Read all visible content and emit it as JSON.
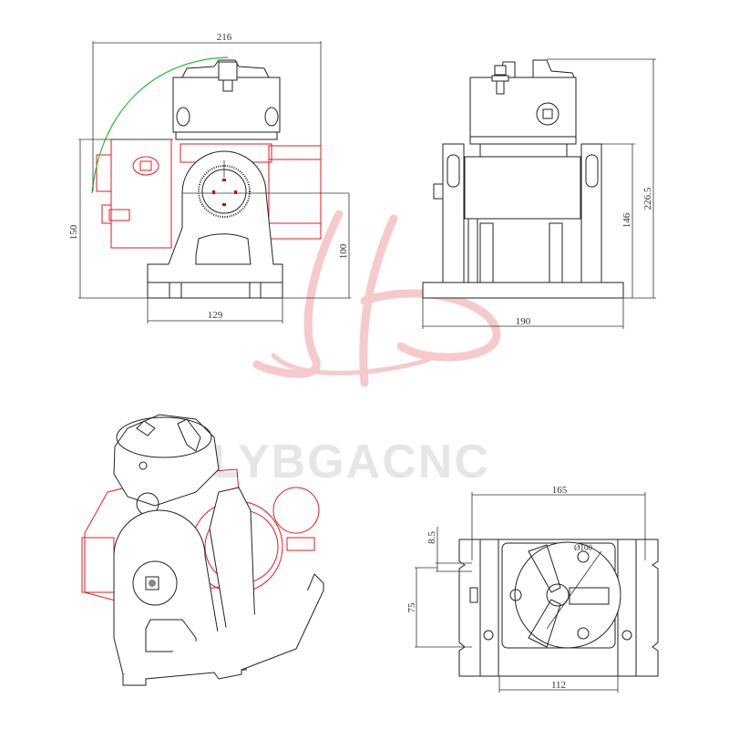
{
  "watermark": {
    "text": "LYBGACNC",
    "color": "#e6e6e6",
    "logo": "LB"
  },
  "colors": {
    "outline": "#222222",
    "alternate_position": "#e8171f",
    "rotation_arc": "#22c02a",
    "logo_watermark": "#f6caca"
  },
  "front_view": {
    "dims": {
      "overall_width": "216",
      "height": "150",
      "center_height": "100",
      "base_width": "129"
    }
  },
  "side_view": {
    "dims": {
      "overall_height": "226.5",
      "upright_height": "146",
      "base_width": "190"
    }
  },
  "top_view": {
    "dims": {
      "overall_width": "165",
      "slot_offset": "8.5",
      "slot_spacing": "75",
      "inner_width": "112",
      "chuck_diameter": "Ø100"
    }
  },
  "isometric_view": {}
}
